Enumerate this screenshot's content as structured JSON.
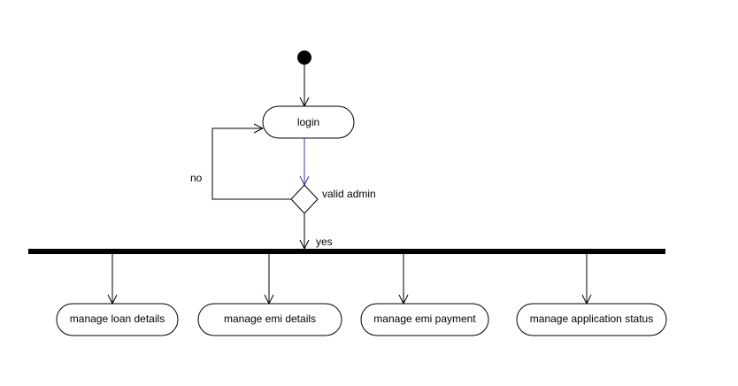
{
  "nodes": {
    "login": "login",
    "manage_loan_details": "manage loan details",
    "manage_emi_details": "manage emi details",
    "manage_emi_payment": "manage emi payment",
    "manage_application_status": "manage application status"
  },
  "labels": {
    "decision": "valid admin",
    "no": "no",
    "yes": "yes"
  },
  "colors": {
    "line": "#000000",
    "login_to_decision": "#3b3b9c",
    "node_fill": "#ffffff"
  }
}
